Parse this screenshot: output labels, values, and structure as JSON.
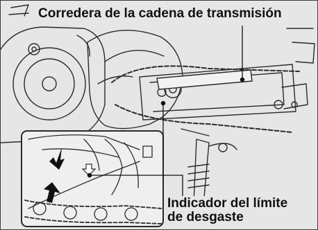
{
  "callouts": {
    "chain_slider": "Corredera de la cadena de transmisión",
    "wear_limit_indicator_line1": "Indicador del límite",
    "wear_limit_indicator_line2": "de desgaste"
  },
  "colors": {
    "background": "#e6e6e6",
    "line_art": "#2a2a2a",
    "inset_background": "#efefef"
  }
}
